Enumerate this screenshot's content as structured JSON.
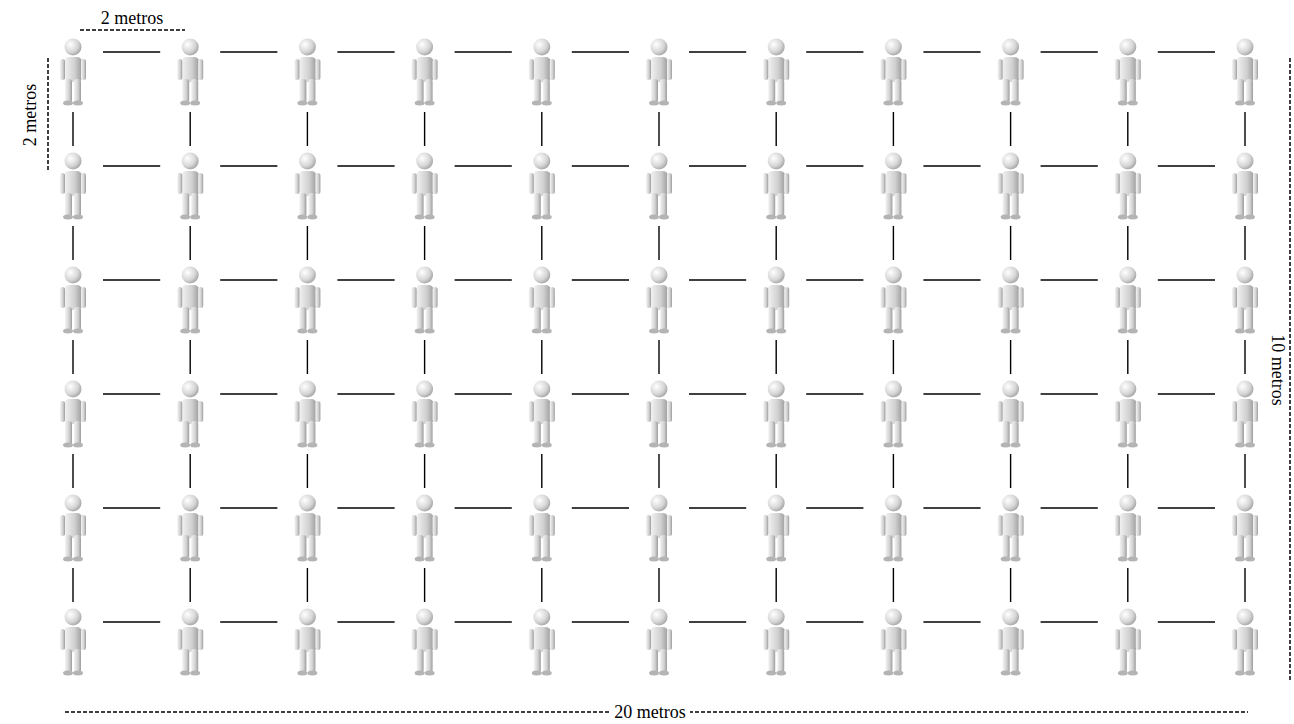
{
  "diagram": {
    "labels": [
      "2 metros",
      "2 metros",
      "10 metros",
      "20 metros"
    ]
  }
}
